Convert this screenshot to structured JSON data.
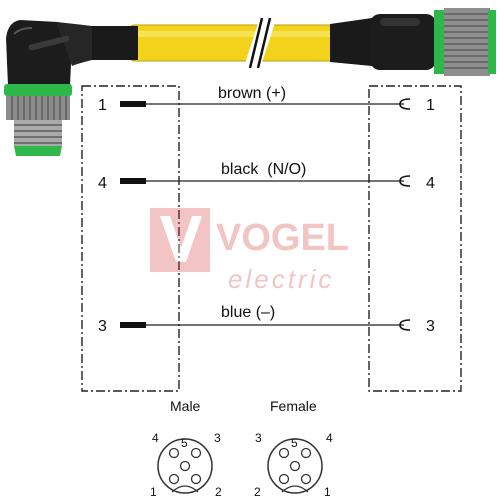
{
  "wires": [
    {
      "pin_left": "1",
      "label": "brown (+)",
      "pin_right": "1"
    },
    {
      "pin_left": "4",
      "label": "black  (N/O)",
      "pin_right": "4"
    },
    {
      "pin_left": "3",
      "label": "blue (–)",
      "pin_right": "3"
    }
  ],
  "watermark": {
    "brand": "VOGEL",
    "sub": "electric",
    "color": "#d32f2f"
  },
  "pinouts": {
    "male": {
      "label": "Male",
      "pins": [
        "4",
        "5",
        "3",
        "1",
        "2"
      ]
    },
    "female": {
      "label": "Female",
      "pins": [
        "3",
        "5",
        "4",
        "2",
        "1"
      ]
    }
  },
  "colors": {
    "cable": "#f2d21b",
    "connector": "#1a1a1a",
    "accent_green": "#2fb84a",
    "metal": "#9a9a9a"
  }
}
